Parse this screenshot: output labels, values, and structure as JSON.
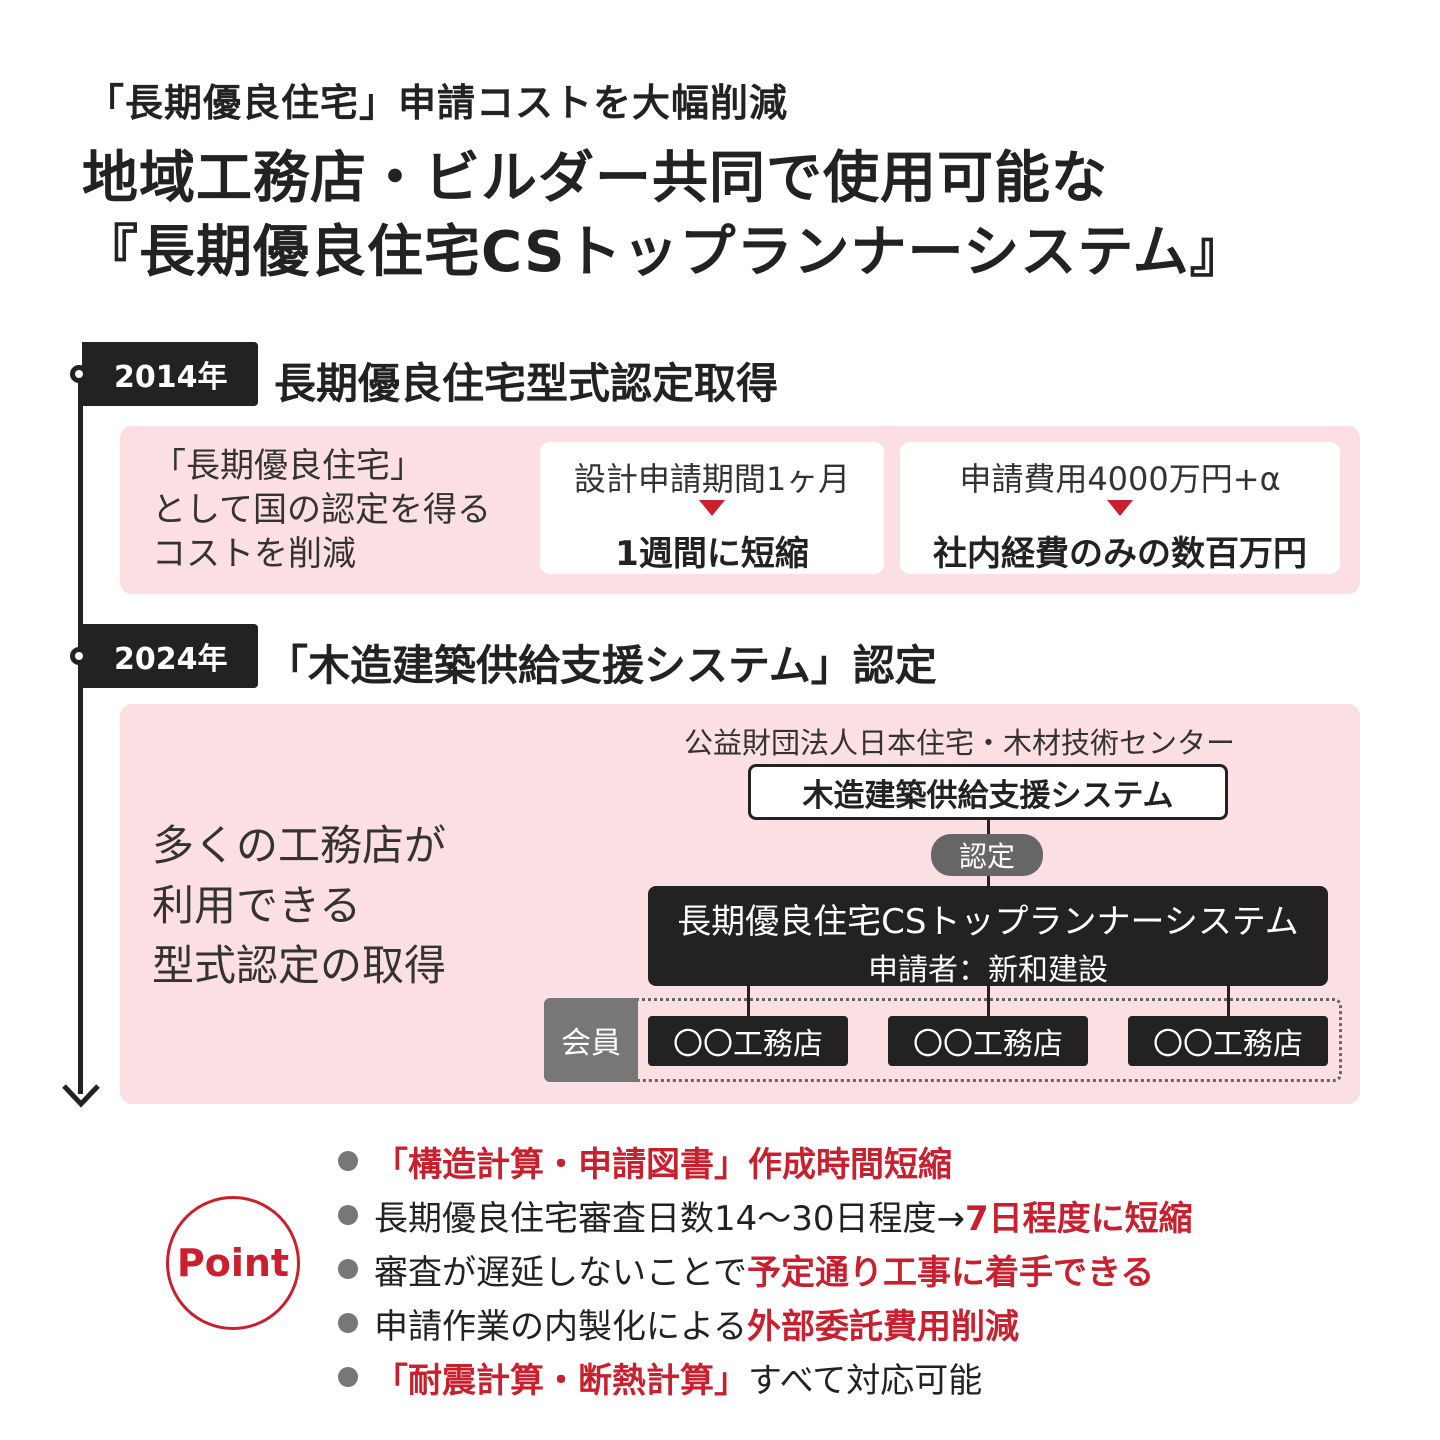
{
  "title": {
    "sub": "「長期優良住宅」申請コストを大幅削減",
    "main_line1": "地域工務店・ビルダー共同で使用可能な",
    "main_line2": "『長期優良住宅CSトップランナーシステム』"
  },
  "section1": {
    "year": "2014年",
    "heading": "長期優良住宅型式認定取得",
    "lead": [
      "「長期優良住宅」",
      "として国の認定を得る",
      "コストを削減"
    ],
    "card1": {
      "before": "設計申請期間1ヶ月",
      "after": "1週間に短縮"
    },
    "card2": {
      "before": "申請費用4000万円+α",
      "after": "社内経費のみの数百万円"
    }
  },
  "section2": {
    "year": "2024年",
    "heading": "「木造建築供給支援システム」認定",
    "lead": [
      "多くの工務店が",
      "利用できる",
      "型式認定の取得"
    ],
    "org": "公益財団法人日本住宅・木材技術センター",
    "support_system": "木造建築供給支援システム",
    "certify": "認定",
    "cs_system": "長期優良住宅CSトップランナーシステム",
    "applicant": "申請者：新和建設",
    "member_label": "会員",
    "members": [
      "〇〇工務店",
      "〇〇工務店",
      "〇〇工務店"
    ]
  },
  "point": {
    "label": "Point",
    "items": [
      {
        "plain": "",
        "highlight": "「構造計算・申請図書」作成時間短縮",
        "tail": ""
      },
      {
        "plain": "長期優良住宅審査日数14〜30日程度→",
        "highlight": "7日程度に短縮",
        "tail": ""
      },
      {
        "plain": "審査が遅延しないことで",
        "highlight": "予定通り工事に着手できる",
        "tail": ""
      },
      {
        "plain": "申請作業の内製化による",
        "highlight": "外部委託費用削減",
        "tail": ""
      },
      {
        "plain": "",
        "highlight": "「耐震計算・断熱計算」",
        "tail": "すべて対応可能"
      }
    ]
  },
  "colors": {
    "accent_red": "#c8202e",
    "pink_bg": "#fcdfe3",
    "dark": "#222222"
  }
}
